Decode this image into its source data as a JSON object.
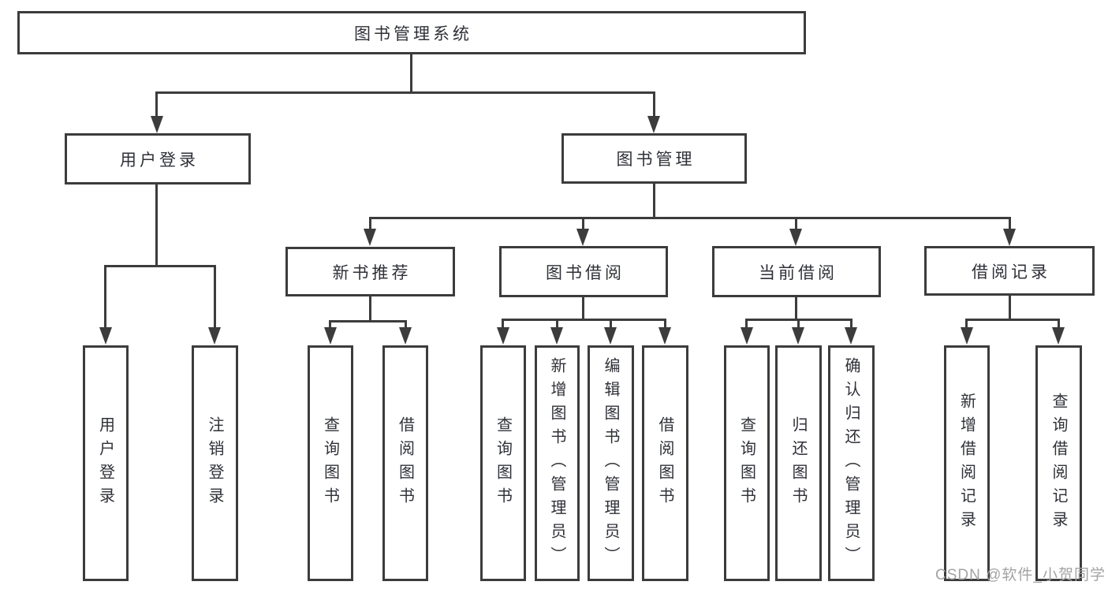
{
  "diagram": {
    "type": "hierarchy-tree",
    "title": "图书管理系统",
    "colors": {
      "line": "#3c3c3c",
      "node_border": "#3c3c3c",
      "node_text": "#2f3138",
      "background": "#ffffff",
      "watermark": "#a3a3a3"
    },
    "nodes": {
      "root": "图书管理系统",
      "level2": [
        "用户登录",
        "图书管理"
      ],
      "level3": [
        "新书推荐",
        "图书借阅",
        "当前借阅",
        "借阅记录"
      ],
      "leaves_user_login": [
        "用户登录",
        "注销登录"
      ],
      "leaves_new_book": [
        "查询图书",
        "借阅图书"
      ],
      "leaves_book_borrow": [
        "查询图书",
        "新增图书（管理员）",
        "编辑图书（管理员）",
        "借阅图书"
      ],
      "leaves_current_borrow": [
        "查询图书",
        "归还图书",
        "确认归还（管理员）"
      ],
      "leaves_borrow_record": [
        "新增借阅记录",
        "查询借阅记录"
      ]
    },
    "watermark": "CSDN @软件_小贺同学"
  }
}
